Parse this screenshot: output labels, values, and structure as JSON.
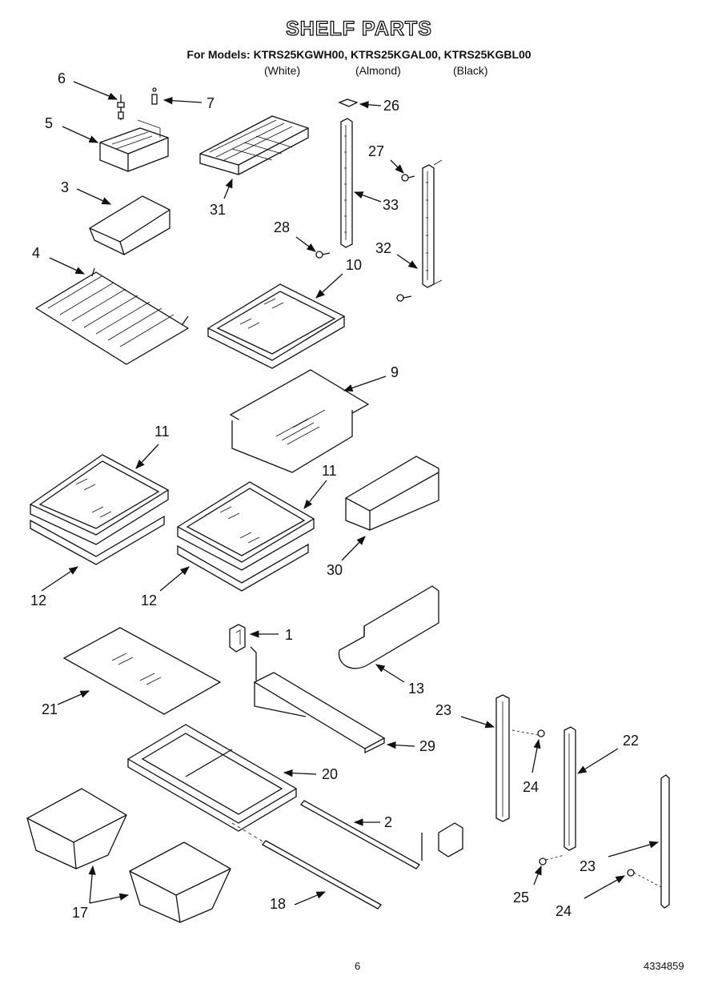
{
  "header": {
    "title": "SHELF PARTS",
    "models_line": "For Models: KTRS25KGWH00, KTRS25KGAL00, KTRS25KGBL00",
    "variants": [
      "(White)",
      "(Almond)",
      "(Black)"
    ]
  },
  "footer": {
    "page_number": "6",
    "doc_number": "4334859"
  },
  "callouts": [
    "1",
    "2",
    "3",
    "4",
    "5",
    "6",
    "7",
    "9",
    "10",
    "11",
    "11",
    "12",
    "12",
    "13",
    "17",
    "18",
    "20",
    "21",
    "22",
    "23",
    "23",
    "24",
    "24",
    "25",
    "26",
    "27",
    "28",
    "29",
    "30",
    "31",
    "32",
    "33"
  ]
}
